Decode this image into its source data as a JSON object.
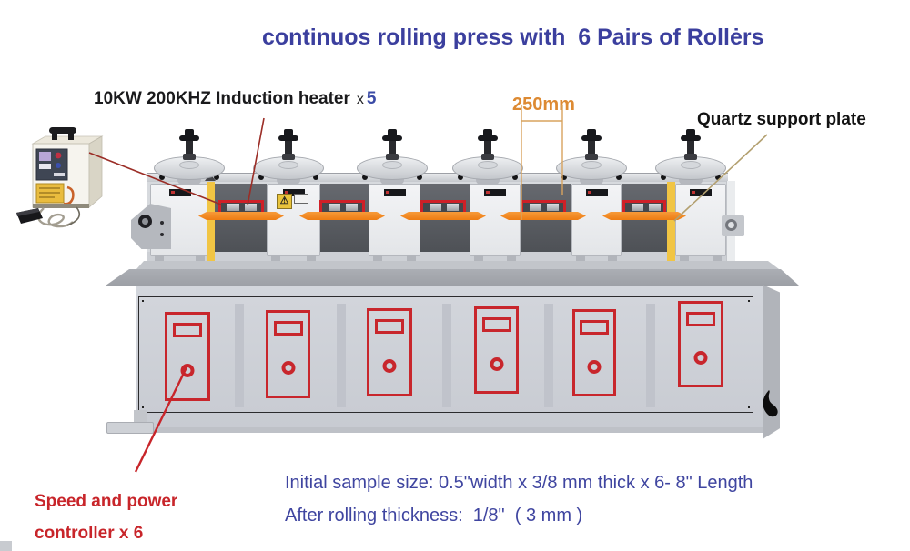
{
  "title": {
    "text": "continuos rolling press with  6 Pairs of Rollėrs"
  },
  "labels": {
    "heater": {
      "text": "10KW 200KHZ Induction heater",
      "times": "x",
      "count": "5"
    },
    "dimension": {
      "text": "250mm"
    },
    "quartz": {
      "text": "Quartz support plate"
    },
    "controller": {
      "line1": "Speed and power",
      "line2": "controller x 6"
    },
    "sample": {
      "line1": "Initial sample size: 0.5\"width x 3/8 mm thick x 6- 8\" Length",
      "line2": "After rolling thickness:  1/8\"  ( 3 mm )"
    }
  },
  "machine": {
    "roller_pairs": 6,
    "induction_heaters": 5,
    "controllers": 6
  },
  "icons": {
    "warning_sticker": "⚠"
  },
  "colors": {
    "title_blue": "#3b3f9e",
    "annotation_red": "#c8262c",
    "dimension_orange": "#dd8a33",
    "strip_orange": "#f07f18",
    "quartz_plate_yellow": "#f1c544",
    "sample_text_blue": "#3f45a0"
  }
}
